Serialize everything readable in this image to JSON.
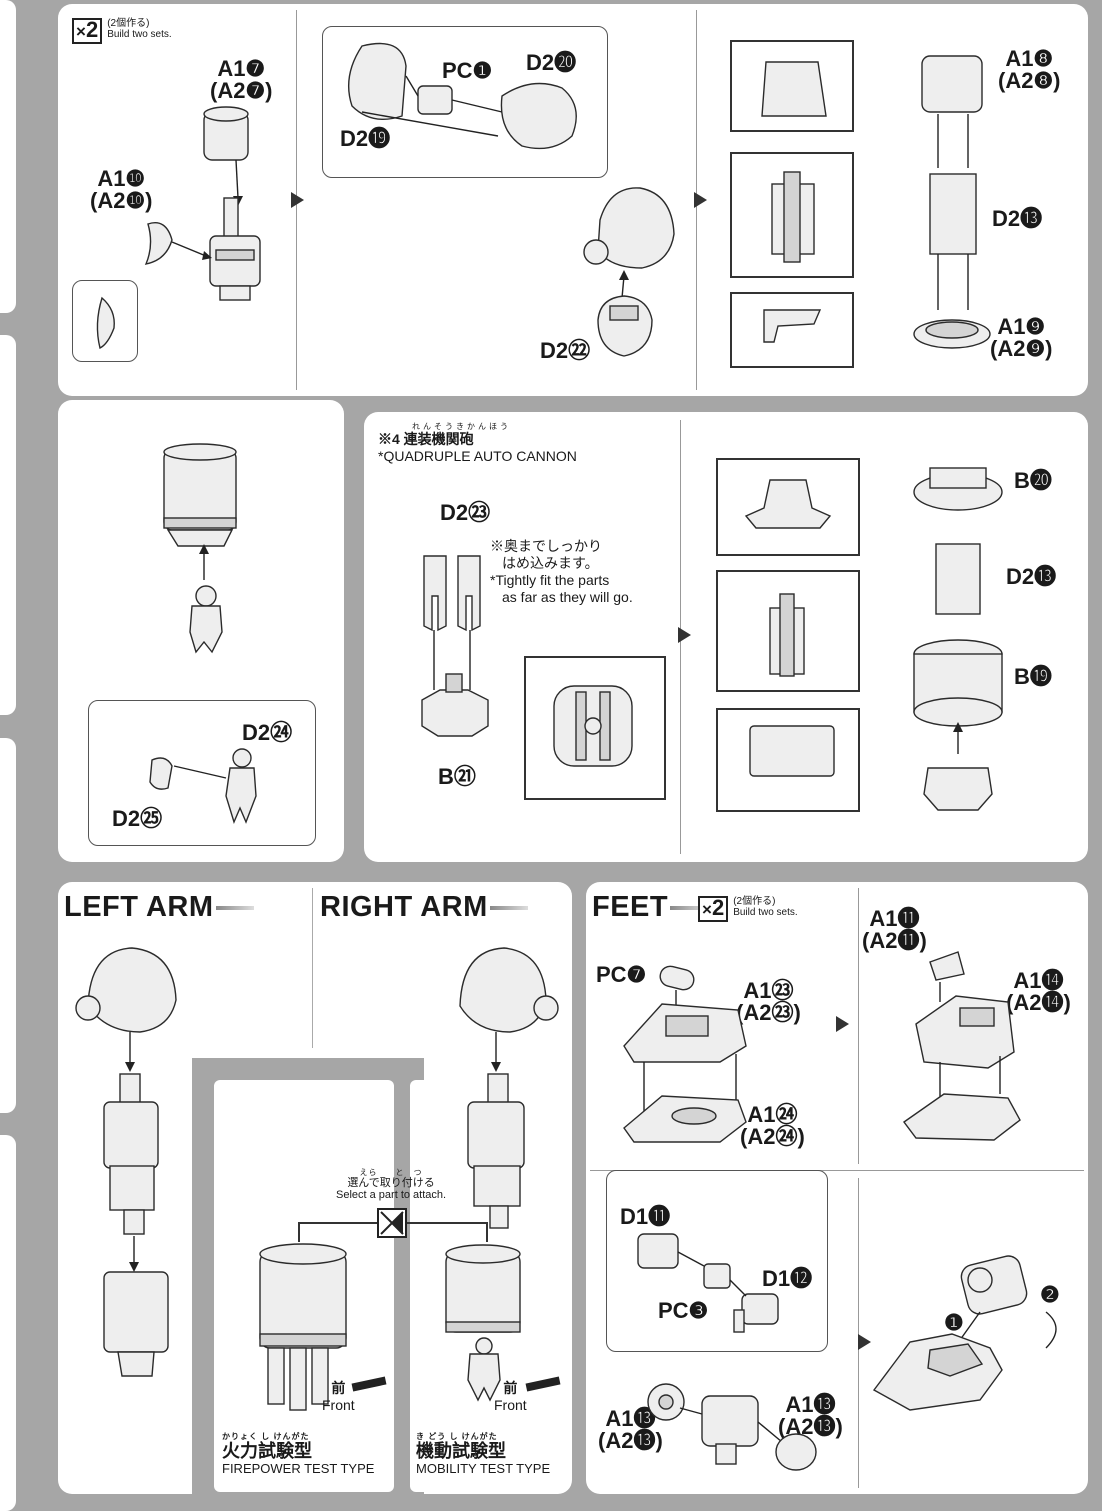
{
  "multiplier": {
    "symbol": "×",
    "count": "2",
    "ja": "(2個作る)",
    "en": "Build two sets."
  },
  "labels": {
    "a1_7": "A1❼",
    "a2_7": "(A2❼)",
    "a1_10": "A1❿",
    "a2_10": "(A2❿)",
    "pc_1": "PC❶",
    "d2_20": "D2⓴",
    "d2_19": "D2⓳",
    "d2_22": "D2㉒",
    "a1_8": "A1❽",
    "a2_8": "(A2❽)",
    "d2_13": "D2⓭",
    "a1_9": "A1❾",
    "a2_9": "(A2❾)",
    "d2_24": "D2㉔",
    "d2_25": "D2㉕",
    "b_20": "B⓴",
    "b_19": "B⓳",
    "d2_23": "D2㉓",
    "b_21": "B㉑",
    "pc_7": "PC❼",
    "a1_23": "A1㉓",
    "a2_23": "(A2㉓)",
    "a1_24": "A1㉔",
    "a2_24": "(A2㉔)",
    "a1_11": "A1⓫",
    "a2_11": "(A2⓫)",
    "a1_14": "A1⓮",
    "a2_14": "(A2⓮)",
    "d1_11": "D1⓫",
    "d1_12": "D1⓬",
    "pc_3": "PC❸",
    "a1_13": "A1⓭",
    "a2_13": "(A2⓭)",
    "step_1": "❶",
    "step_2": "❷"
  },
  "cannon": {
    "title_furi": "れんそうきかんほう",
    "title_ja": "※4 連装機関砲",
    "title_en": "*QUADRUPLE AUTO CANNON",
    "note_ja_1": "※奥までしっかり",
    "note_ja_2": "はめ込みます。",
    "note_en_1": "*Tightly fit the parts",
    "note_en_2": "as far as they will go."
  },
  "sections": {
    "left_arm": "LEFT ARM",
    "right_arm": "RIGHT ARM",
    "feet": "FEET"
  },
  "select": {
    "furi": "えら　　と　つ",
    "ja": "選んで取り付ける",
    "en": "Select a part to attach."
  },
  "front": {
    "ja": "前",
    "en": "Front"
  },
  "types": {
    "firepower_furi": "かりょく し けんがた",
    "firepower_ja": "火力試験型",
    "firepower_en": "FIREPOWER TEST TYPE",
    "mobility_furi": "き どう し けんがた",
    "mobility_ja": "機動試験型",
    "mobility_en": "MOBILITY TEST TYPE"
  }
}
